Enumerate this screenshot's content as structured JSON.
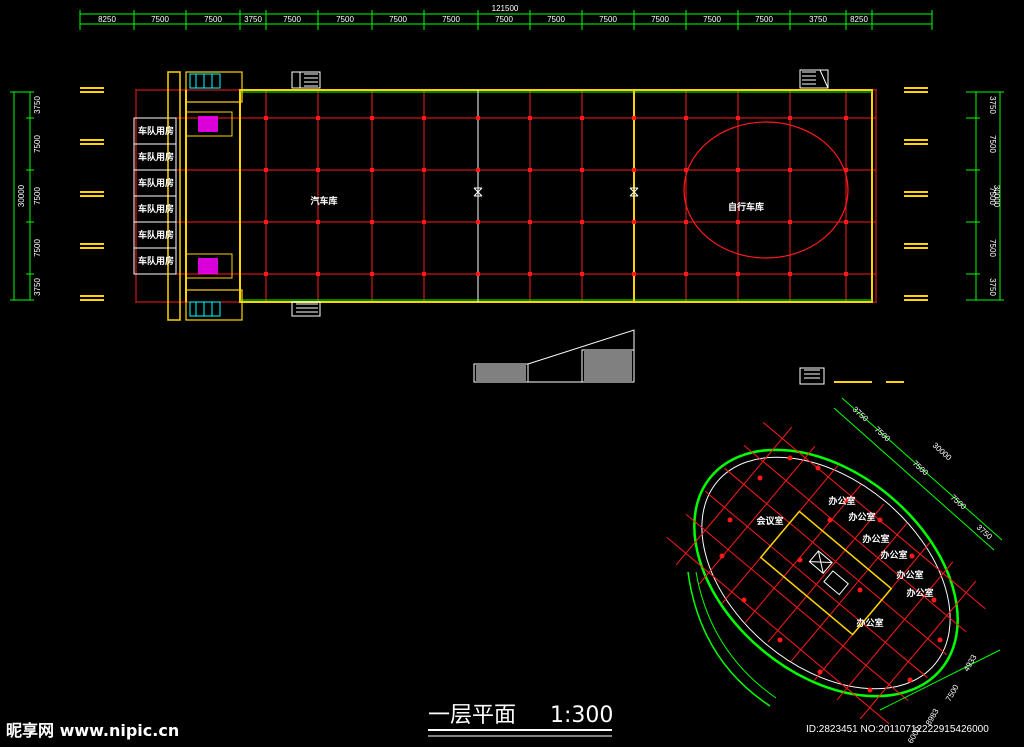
{
  "drawing": {
    "top_total_dim": "121500",
    "top_dims": [
      "8250",
      "7500",
      "7500",
      "3750",
      "7500",
      "7500",
      "7500",
      "7500",
      "7500",
      "7500",
      "7500",
      "7500",
      "7500",
      "7500",
      "3750",
      "8250"
    ],
    "side_total_dim": "30000",
    "side_dims": [
      "3750",
      "7500",
      "7500",
      "7500",
      "3750"
    ],
    "rooms": {
      "fleet_rooms": [
        "车队用房",
        "车队用房",
        "车队用房",
        "车队用房",
        "车队用房",
        "车队用房"
      ],
      "car_garage": "汽车库",
      "bike_garage": "自行车库"
    },
    "ellipse_plan": {
      "dims_top": [
        "3750",
        "7500",
        "7500",
        "7500",
        "3750"
      ],
      "dim_total": "30000",
      "dims_bottom": [
        "4933",
        "7500",
        "8983",
        "6000"
      ],
      "rooms": [
        "办公室",
        "办公室",
        "办公室",
        "办公室",
        "办公室",
        "办公室",
        "会议室",
        "办公室"
      ]
    },
    "title": "一层平面",
    "scale": "1:300"
  },
  "watermark": {
    "logo": "昵享网 www.nipic.cn",
    "id_text": "ID:2823451 NO:20110712222915426000"
  },
  "colors": {
    "grid": "#ff1a1a",
    "wall": "#ffd400",
    "dim": "#00ff00",
    "outline": "#ffffff",
    "fixture": "#00ffff",
    "stair": "#ff00ff"
  }
}
